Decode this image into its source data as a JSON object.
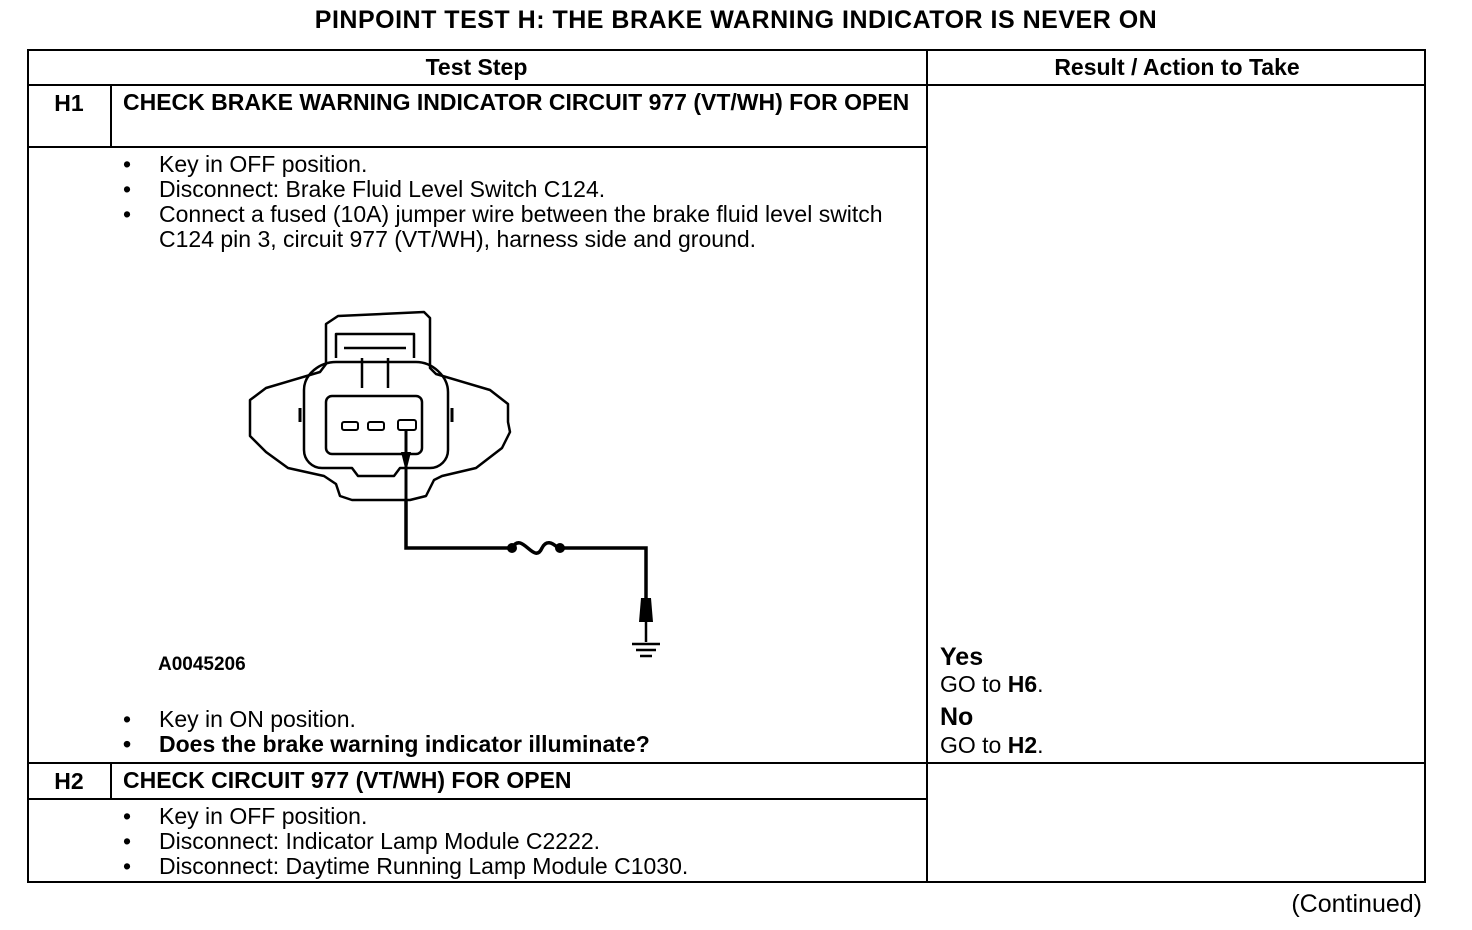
{
  "title": "PINPOINT TEST  H: THE BRAKE WARNING INDICATOR IS NEVER ON",
  "table": {
    "col_headers": [
      "Test Step",
      "Result / Action to Take"
    ]
  },
  "steps": [
    {
      "id": "H1",
      "title": "CHECK BRAKE WARNING INDICATOR CIRCUIT 977 (VT/WH) FOR OPEN",
      "bullets_before": [
        "Key in OFF position.",
        "Disconnect: Brake Fluid Level Switch C124.",
        "Connect a fused (10A) jumper wire between the brake fluid level switch C124 pin 3, circuit 977 (VT/WH), harness side and ground."
      ],
      "figure_id": "A0045206",
      "bullets_after": [
        "Key in ON position.",
        "Does the brake warning indicator illuminate?"
      ],
      "results": [
        {
          "label": "Yes",
          "action_prefix": "GO to ",
          "action_target": "H6",
          "action_suffix": "."
        },
        {
          "label": "No",
          "action_prefix": "GO to ",
          "action_target": "H2",
          "action_suffix": "."
        }
      ]
    },
    {
      "id": "H2",
      "title": "CHECK CIRCUIT 977 (VT/WH) FOR OPEN",
      "bullets_before": [
        "Key in OFF position.",
        "Disconnect: Indicator Lamp Module C2222.",
        "Disconnect: Daytime Running Lamp Module C1030."
      ]
    }
  ],
  "footer": "(Continued)"
}
